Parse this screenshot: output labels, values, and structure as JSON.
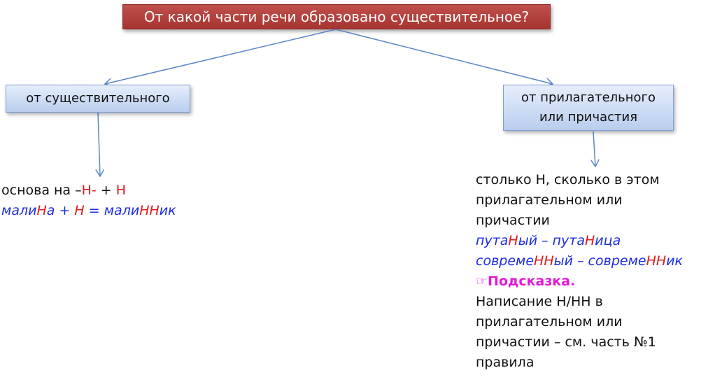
{
  "title": "От какой части речи образовано существительное?",
  "nodes": {
    "left": "от существительного",
    "right_line1": "от прилагательного",
    "right_line2": "или причастия"
  },
  "left_rule": {
    "prefix": "основа на ",
    "dash": "–",
    "suffix_h": "Н-",
    "plus": " + ",
    "h": "Н",
    "example_a": "мали",
    "example_b": "Н",
    "example_c": "а + ",
    "example_d": "Н",
    "example_e": " = мали",
    "example_f": "НН",
    "example_g": "ик"
  },
  "right_rule": {
    "line1": "столько Н, сколько в этом",
    "line2": "прилагательном или",
    "line3": "причастии",
    "ex1_a": "пута",
    "ex1_b": "Н",
    "ex1_c": "ый – пута",
    "ex1_d": "Н",
    "ex1_e": "ица",
    "ex2_a": "совреме",
    "ex2_b": "НН",
    "ex2_c": "ый – совреме",
    "ex2_d": "НН",
    "ex2_e": "ик",
    "hint_icon": "☞",
    "hint_label": "Подсказка.",
    "note1": "Написание Н/НН в",
    "note2": "прилагательном или",
    "note3": "причастии – см. часть №1",
    "note4": "правила"
  },
  "colors": {
    "title_bg": "#c0504d",
    "node_bg": "#c9d9f2",
    "arrow": "#5b86c9",
    "red": "#e01b1b",
    "blue": "#1c2ce0",
    "hint": "#e01bd8"
  },
  "icons": {
    "hint": "pointing-hand-icon"
  }
}
